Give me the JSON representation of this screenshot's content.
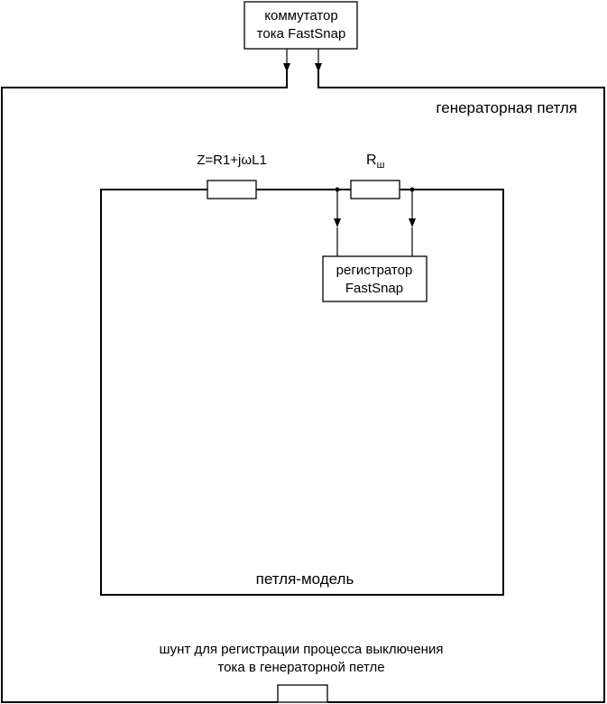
{
  "labels": {
    "switch_line1": "коммутатор",
    "switch_line2": "тока FastSnap",
    "generator_loop": "генераторная петля",
    "impedance": "Z=R1+jωL1",
    "shunt_resistor_main": "R",
    "shunt_resistor_sub": "ш",
    "recorder_line1": "регистратор",
    "recorder_line2": "FastSnap",
    "model_loop": "петля-модель",
    "shunt_note_line1": "шунт для регистрации процесса выключения",
    "shunt_note_line2": "тока в генераторной петле"
  },
  "colors": {
    "line": "#000000",
    "background": "#ffffff"
  }
}
